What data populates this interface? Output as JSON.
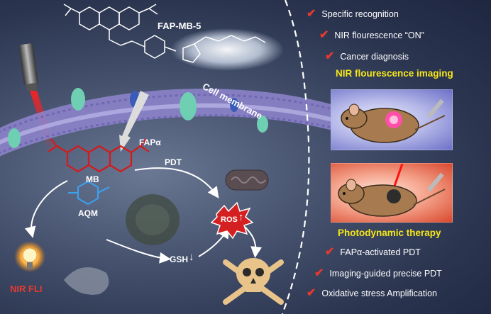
{
  "probe": {
    "name": "FAP-MB-5"
  },
  "membrane": {
    "label": "Cell membrane",
    "enzyme": "FAPα"
  },
  "molecules": {
    "mb": "MB",
    "aqm": "AQM",
    "gsh": "GSH",
    "ros": "ROS"
  },
  "pathway": {
    "pdt": "PDT",
    "fli": "NIR FLI"
  },
  "imaging": {
    "title": "NIR flourescence imaging",
    "features": [
      "Specific recognition",
      "NIR flourescence “ON”",
      "Cancer diagnosis"
    ]
  },
  "therapy": {
    "title": "Photodynamic therapy",
    "features": [
      "FAPα-activated  PDT",
      "Imaging-guided precise PDT",
      "Oxidative  stress Amplification"
    ]
  },
  "colors": {
    "accent_red": "#e63a2e",
    "highlight_yellow": "#f5e61a",
    "dye_red": "#d41a1a",
    "aqm_blue": "#3aa3f0",
    "membrane_purple": "#8f86cf"
  }
}
